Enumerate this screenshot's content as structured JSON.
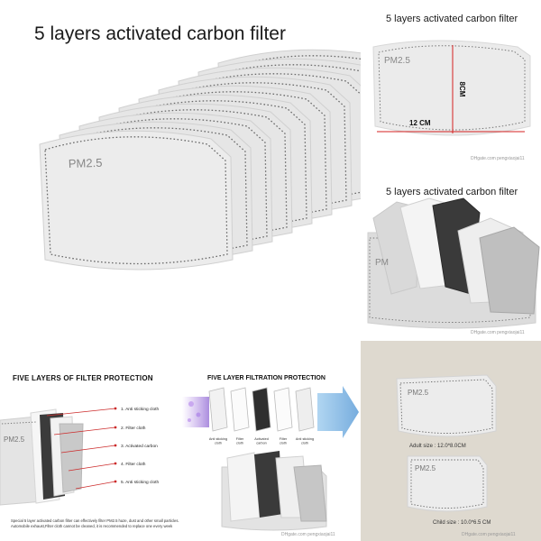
{
  "panel_main": {
    "title": "5 layers activated carbon filter",
    "filter_label": "PM2.5"
  },
  "panel_dimensions": {
    "title": "5 layers activated carbon filter",
    "filter_label": "PM2.5",
    "height_label": "8CM",
    "width_label": "12 CM",
    "watermark": "DHgate.com pengxiaojai11"
  },
  "panel_layers_photo": {
    "title": "5 layers activated carbon filter",
    "filter_label": "PM",
    "watermark": "DHgate.com pengxiaojai11"
  },
  "panel_filter_protection": {
    "title": "FIVE LAYERS OF FILTER PROTECTION",
    "filter_label": "PM2.5",
    "layers": [
      "1. Anti sticking cloth",
      "2. Filter cloth",
      "3. Activated carbon",
      "4. Filter cloth",
      "5. Anti sticking cloth"
    ],
    "footnote_line1": "Special 5 layer activated carbon filter can effectively filter PM2.5 haze, dust and other small particles.",
    "footnote_line2": "Automobile exhaust,Filter cloth cannot be cleaned, it is recommended to replace one every week"
  },
  "panel_filtration_protection": {
    "title": "FIVE LAYER FILTRATION PROTECTION",
    "layer_labels": [
      "Anti sticking cloth",
      "Filter cloth",
      "Activated carbon",
      "Filter cloth",
      "Anti sticking cloth"
    ],
    "watermark": "DHgate.com pengxiaojai11"
  },
  "panel_sizes": {
    "adult_label": "PM2.5",
    "adult_size": "Adult size : 12.0*8.0CM",
    "child_label": "PM2.5",
    "child_size": "Child size : 10.0*6.5 CM",
    "watermark": "DHgate.com pengxiaojai11"
  },
  "colors": {
    "filter_fill": "#e6e6e6",
    "filter_edge": "#d2d2d2",
    "dots": "#666666",
    "dimension_red": "#d42020",
    "carbon": "#3a3a3a",
    "beige_background": "#ded9cf",
    "flow_blue": "#6fa8dc"
  }
}
